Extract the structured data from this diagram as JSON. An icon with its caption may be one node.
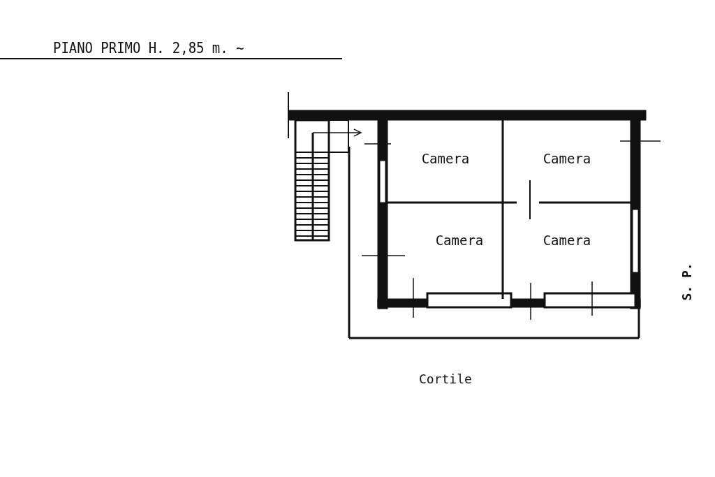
{
  "diagram": {
    "title": "PIANO PRIMO H. 2,85 m. ~",
    "nodes": [
      {
        "text": [
          "Camera"
        ]
      },
      {
        "text": [
          "Camera"
        ]
      },
      {
        "text": [
          "Camera"
        ]
      },
      {
        "text": [
          "Camera"
        ]
      }
    ],
    "labels": [
      "Cortile",
      "S. P."
    ]
  }
}
